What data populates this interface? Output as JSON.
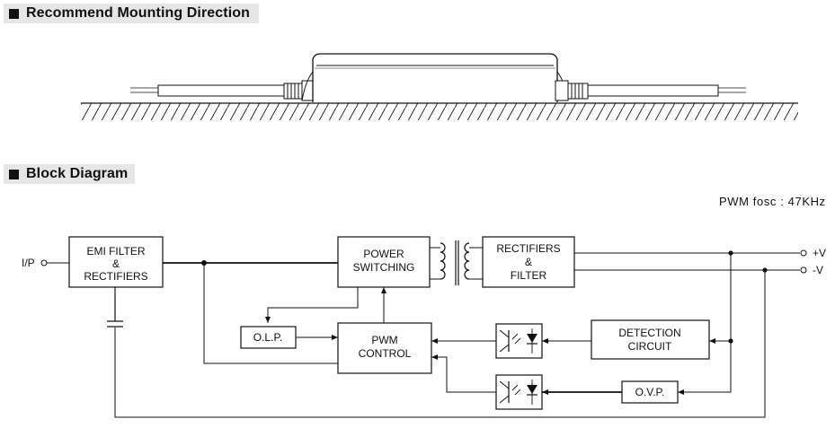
{
  "sections": {
    "mounting": {
      "title": "Recommend Mounting Direction"
    },
    "block": {
      "title": "Block Diagram"
    }
  },
  "note": "PWM fosc : 47KHz",
  "blocks": {
    "emi": [
      "EMI FILTER",
      "&",
      "RECTIFIERS"
    ],
    "power": [
      "POWER",
      "SWITCHING"
    ],
    "rect": [
      "RECTIFIERS",
      "&",
      "FILTER"
    ],
    "olp": "O.L.P.",
    "pwm": [
      "PWM",
      "CONTROL"
    ],
    "detection": [
      "DETECTION",
      "CIRCUIT"
    ],
    "ovp": "O.V.P."
  },
  "terminals": {
    "input": "I/P",
    "vplus": "+V",
    "vminus": "-V"
  }
}
